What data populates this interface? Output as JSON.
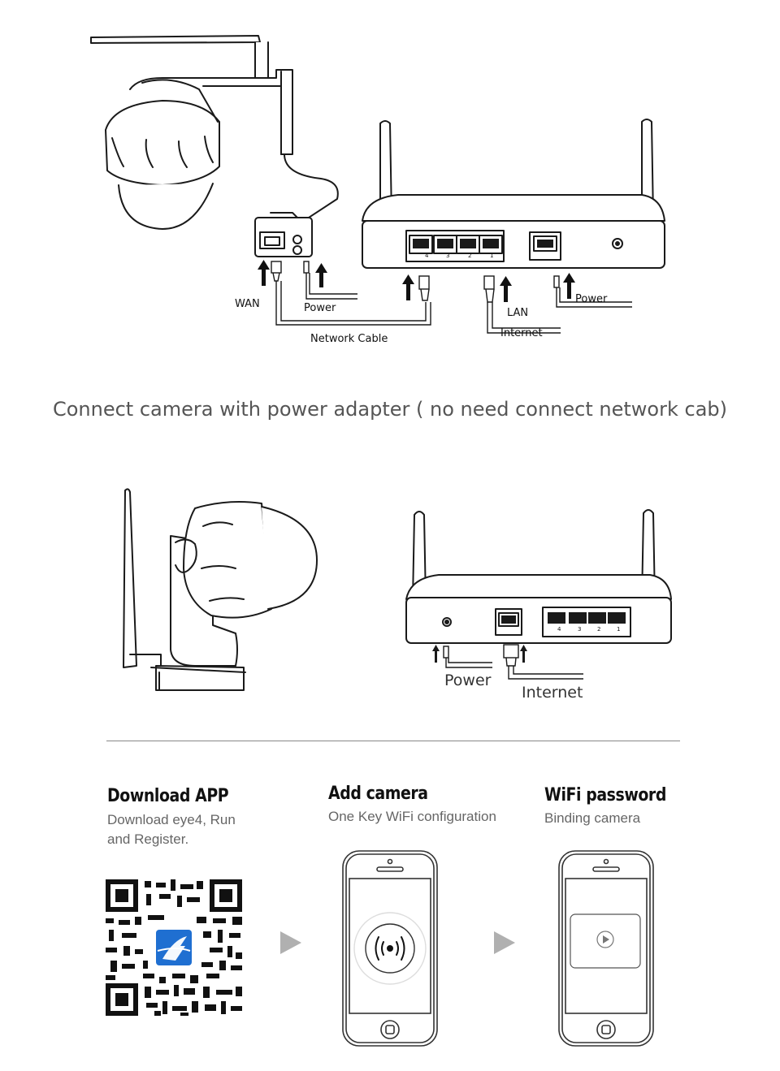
{
  "diagram1": {
    "labels": {
      "wan": "WAN",
      "power_cam": "Power",
      "network_cable": "Network Cable",
      "lan": "LAN",
      "internet": "Internet",
      "power_router": "Power"
    },
    "port_numbers": [
      "4",
      "3",
      "2",
      "1"
    ]
  },
  "caption": "Connect camera with power adapter ( no need connect network cab)",
  "diagram2": {
    "labels": {
      "power": "Power",
      "internet": "Internet"
    },
    "port_numbers": [
      "4",
      "3",
      "2",
      "1"
    ]
  },
  "steps": [
    {
      "title": "Download APP",
      "subtitle": "Download eye4, Run and Register."
    },
    {
      "title": "Add camera",
      "subtitle": "One Key WiFi configuration"
    },
    {
      "title": "WiFi password",
      "subtitle": "Binding camera"
    }
  ],
  "colors": {
    "line": "#1a1a1a",
    "caption": "#555555",
    "app_icon": "#1f6fd1"
  }
}
